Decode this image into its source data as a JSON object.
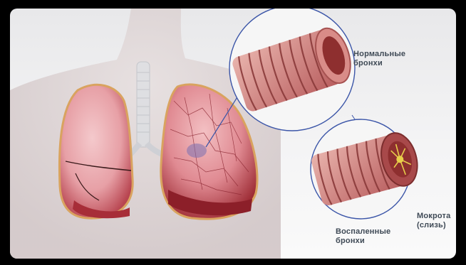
{
  "labels": {
    "normal": [
      "Нормальные",
      "бронхи"
    ],
    "inflamed": [
      "Воспаленные",
      "бронхи"
    ],
    "mucus": [
      "Мокрота",
      "(слизь)"
    ]
  },
  "colors": {
    "frame_background": "#f2f2f3",
    "skin": "#d9cfcf",
    "lung_tissue": "#e8a8ad",
    "lung_dark": "#9c2a33",
    "bronchus_rim": "#c96f70",
    "bronchus_lumen": "#8e2f2f",
    "mucus": "#e8cf4a",
    "callout_circle": "#3c56a8",
    "label_text": "#3f4a56"
  },
  "icons": [
    "lungs-illustration",
    "trachea-illustration",
    "normal-bronchus-cross-section",
    "inflamed-bronchus-cross-section",
    "mucus-plug"
  ]
}
